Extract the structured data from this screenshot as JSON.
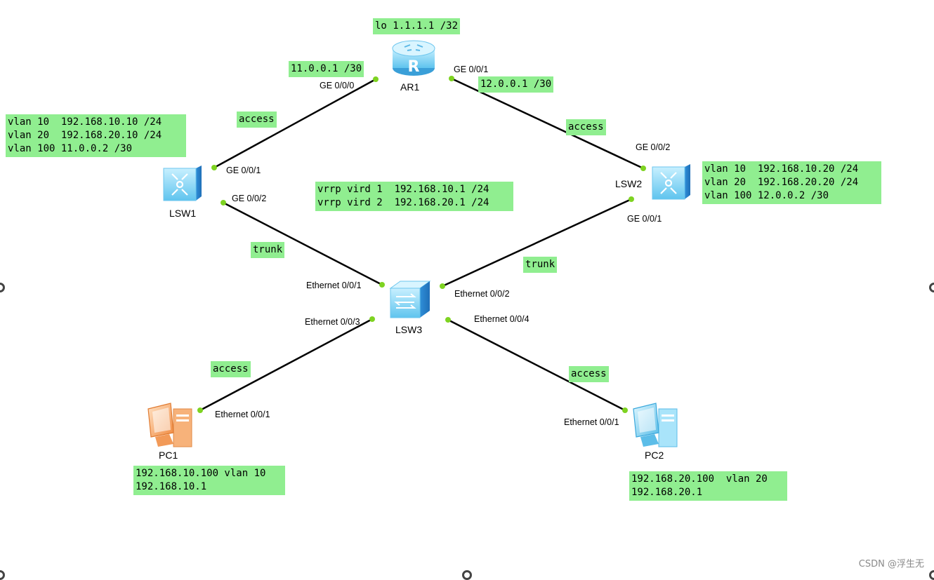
{
  "devices": {
    "ar1": "AR1",
    "lsw1": "LSW1",
    "lsw2": "LSW2",
    "lsw3": "LSW3",
    "pc1": "PC1",
    "pc2": "PC2"
  },
  "ports": {
    "ar1_ge000": "GE 0/0/0",
    "ar1_ge001": "GE 0/0/1",
    "lsw1_ge001": "GE 0/0/1",
    "lsw1_ge002": "GE 0/0/2",
    "lsw2_ge002": "GE 0/0/2",
    "lsw2_ge001": "GE 0/0/1",
    "lsw3_eth001": "Ethernet 0/0/1",
    "lsw3_eth002": "Ethernet 0/0/2",
    "lsw3_eth003": "Ethernet 0/0/3",
    "lsw3_eth004": "Ethernet 0/0/4",
    "pc1_eth001": "Ethernet 0/0/1",
    "pc2_eth001": "Ethernet 0/0/1"
  },
  "notes": {
    "loopback": "lo 1.1.1.1 /32",
    "ar1_ge000_ip": "11.0.0.1 /30",
    "ar1_ge001_ip": "12.0.0.1 /30",
    "lsw1_config": "vlan 10  192.168.10.10 /24\nvlan 20  192.168.20.10 /24\nvlan 100 11.0.0.2 /30",
    "lsw2_config": "vlan 10  192.168.10.20 /24\nvlan 20  192.168.20.20 /24\nvlan 100 12.0.0.2 /30",
    "vrrp": "vrrp vird 1  192.168.10.1 /24\nvrrp vird 2  192.168.20.1 /24",
    "link_ar1_lsw1": "access",
    "link_ar1_lsw2": "access",
    "link_lsw1_lsw3": "trunk",
    "link_lsw2_lsw3": "trunk",
    "link_lsw3_pc1": "access",
    "link_lsw3_pc2": "access",
    "pc1_config": "192.168.10.100 vlan 10\n192.168.10.1",
    "pc2_config": "192.168.20.100  vlan 20\n192.168.20.1"
  },
  "watermark": "CSDN @浮生无",
  "colors": {
    "note_bg": "#90ee90",
    "link": "#000000",
    "port_dot": "#7ed321",
    "switch_body": "#8fd8f5",
    "pc1": "#f0a060",
    "pc2": "#7fd0f0"
  },
  "icons": {
    "router": "router-icon",
    "l3switch": "l3-switch-icon",
    "l2switch": "l2-switch-icon",
    "pc": "pc-icon"
  }
}
